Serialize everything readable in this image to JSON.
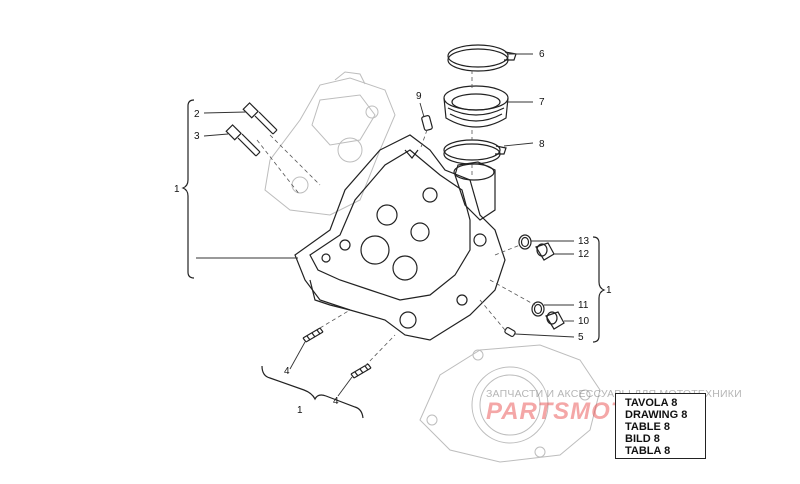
{
  "callouts": {
    "c1_left": "1",
    "c2": "2",
    "c3": "3",
    "c4a": "4",
    "c4b": "4",
    "c1_bottom": "1",
    "c9": "9",
    "c6": "6",
    "c7": "7",
    "c8": "8",
    "c13": "13",
    "c12": "12",
    "c1_right": "1",
    "c11": "11",
    "c10": "10",
    "c5": "5"
  },
  "table_box": [
    "TAVOLA 8",
    "DRAWING 8",
    "TABLE 8",
    "BILD 8",
    "TABLA 8"
  ],
  "watermark": {
    "caption": "ЗАПЧАСТИ И АКСЕССУАРЫ ДЛЯ МОТОТЕХНИКИ",
    "brand": "PARTSMOTO.RU"
  },
  "colors": {
    "line": "#222222",
    "ghost": "#bdbdbd",
    "watermark_red": "#e63c3c"
  }
}
